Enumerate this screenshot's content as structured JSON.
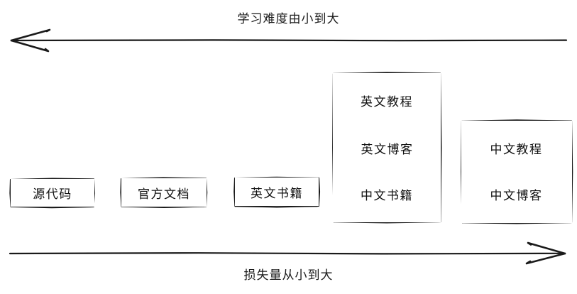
{
  "diagram": {
    "title_top": "学习难度由小到大",
    "title_bottom": "损失量从小到大",
    "axes": {
      "top": {
        "label": "学习难度由小到大",
        "direction": "left",
        "arrow_icon": "arrow-left-icon"
      },
      "bottom": {
        "label": "损失量从小到大",
        "direction": "right",
        "arrow_icon": "arrow-right-icon"
      }
    },
    "nodes": [
      {
        "id": "source-code",
        "label": "源代码"
      },
      {
        "id": "official-docs",
        "label": "官方文档"
      },
      {
        "id": "english-books",
        "label": "英文书籍"
      }
    ],
    "groups": [
      {
        "id": "group-english-mixed",
        "items": [
          {
            "id": "english-tutorials",
            "label": "英文教程"
          },
          {
            "id": "english-blogs",
            "label": "英文博客"
          },
          {
            "id": "chinese-books",
            "label": "中文书籍"
          }
        ]
      },
      {
        "id": "group-chinese",
        "items": [
          {
            "id": "chinese-tutorials",
            "label": "中文教程"
          },
          {
            "id": "chinese-blogs",
            "label": "中文博客"
          }
        ]
      }
    ],
    "colors": {
      "stroke": "#1a1a1a",
      "background": "#ffffff",
      "text": "#111111"
    }
  }
}
